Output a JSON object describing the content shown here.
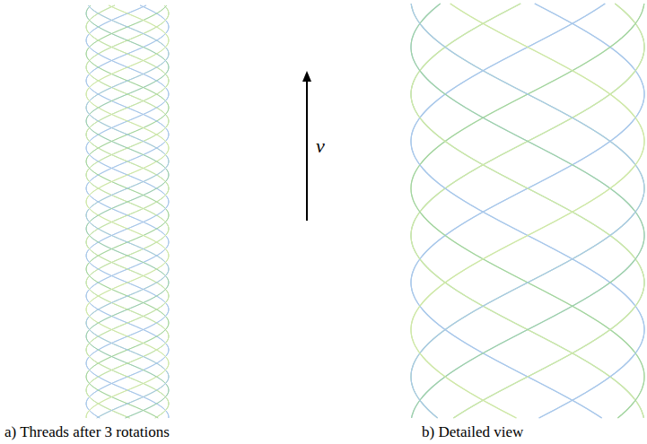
{
  "diagram": {
    "labels": [
      "v",
      "a) Threads after 3 rotations",
      "b) Detailed view"
    ]
  }
}
